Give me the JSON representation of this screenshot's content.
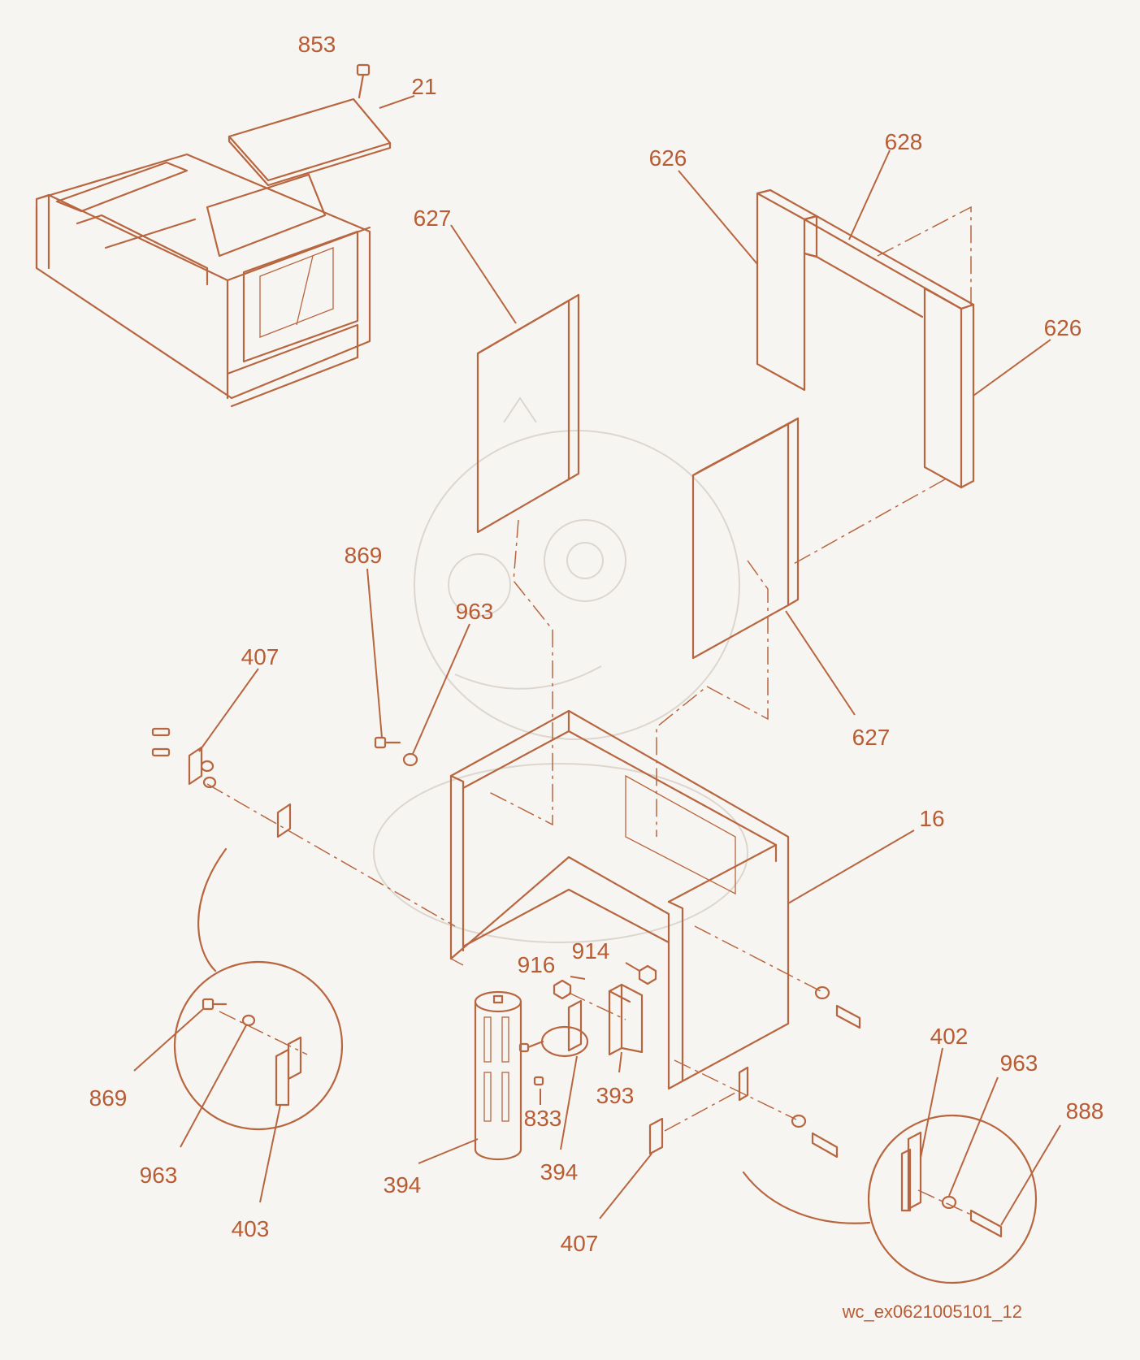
{
  "drawing_id": "wc_ex0621005101_12",
  "callouts": {
    "c853": "853",
    "c21": "21",
    "c626_top": "626",
    "c628": "628",
    "c627_top": "627",
    "c626_right": "626",
    "c869_top": "869",
    "c963_top": "963",
    "c407_left": "407",
    "c627_mid": "627",
    "c16": "16",
    "c916": "916",
    "c914": "914",
    "c402": "402",
    "c963_right": "963",
    "c888": "888",
    "c869_detail": "869",
    "c963_detail": "963",
    "c403": "403",
    "c833": "833",
    "c393": "393",
    "c394_left": "394",
    "c394_mid": "394",
    "c407_bottom": "407"
  },
  "colors": {
    "line": "#b8663f",
    "text": "#b85c34",
    "background": "#f7f5f2",
    "watermark": "#ddd6cf"
  }
}
